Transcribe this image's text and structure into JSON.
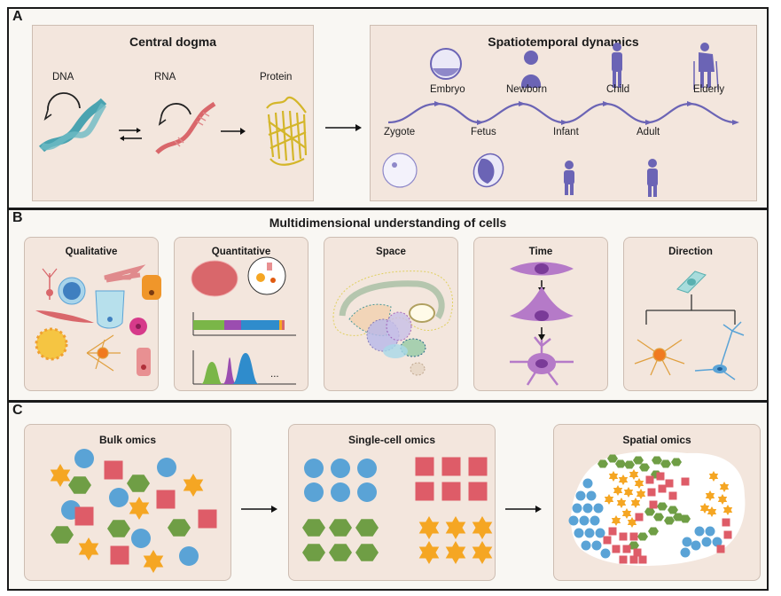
{
  "panels": {
    "a": {
      "label": "A",
      "central_dogma": {
        "title": "Central dogma",
        "items": [
          {
            "label": "DNA",
            "icon": "dna-helix-icon"
          },
          {
            "label": "RNA",
            "icon": "rna-strand-icon"
          },
          {
            "label": "Protein",
            "icon": "protein-structure-icon"
          }
        ]
      },
      "spatiotemporal": {
        "title": "Spatiotemporal dynamics",
        "stages_top": [
          "Embryo",
          "Newborn",
          "Child",
          "Elderly"
        ],
        "stages_bottom": [
          "Zygote",
          "Fetus",
          "Infant",
          "Adult"
        ]
      }
    },
    "b": {
      "label": "B",
      "title": "Multidimensional understanding of cells",
      "boxes": [
        {
          "title": "Qualitative"
        },
        {
          "title": "Quantitative",
          "ellipsis": "..."
        },
        {
          "title": "Space"
        },
        {
          "title": "Time"
        },
        {
          "title": "Direction"
        }
      ]
    },
    "c": {
      "label": "C",
      "boxes": [
        {
          "title": "Bulk omics"
        },
        {
          "title": "Single-cell omics"
        },
        {
          "title": "Spatial omics"
        }
      ]
    }
  },
  "colors": {
    "box_fill": "#f3e6dd",
    "purple": "#6b64b5",
    "blue": "#5aa3d6",
    "green": "#6f9e45",
    "red": "#de5c68",
    "yellow": "#f5a623"
  }
}
